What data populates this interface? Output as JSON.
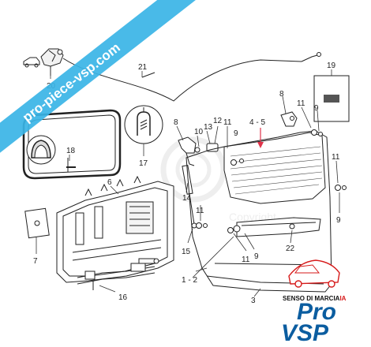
{
  "callouts": {
    "c20": "20",
    "c21": "21",
    "c19": "19",
    "c18": "18",
    "c17": "17",
    "c8a": "8",
    "c10": "10",
    "c13": "13",
    "c12": "12",
    "c11a": "11",
    "c9a": "9",
    "c45": "4 - 5",
    "c8b": "8",
    "c11b": "11",
    "c9b": "9",
    "c6": "6",
    "c14": "14",
    "c11c": "11",
    "c11d": "11",
    "c9c": "9",
    "c7": "7",
    "c15": "15",
    "c11e": "11",
    "c9d": "9",
    "c22": "22",
    "c12b": "1 - 2",
    "c3": "3",
    "c16": "16"
  },
  "watermark": {
    "diagonal": "pro-piece-vsp.com",
    "faint": "Copyright"
  },
  "brand": {
    "name_top": "Pro",
    "name_bottom": "VSP",
    "tagline_main": "SENSO DI MARCIA",
    "tagline_accent": "IA"
  },
  "colors": {
    "banner": "#39b4e6",
    "brand_blue": "#0b5da0",
    "brand_red": "#d61a1a",
    "arrow": "#e0334a"
  }
}
